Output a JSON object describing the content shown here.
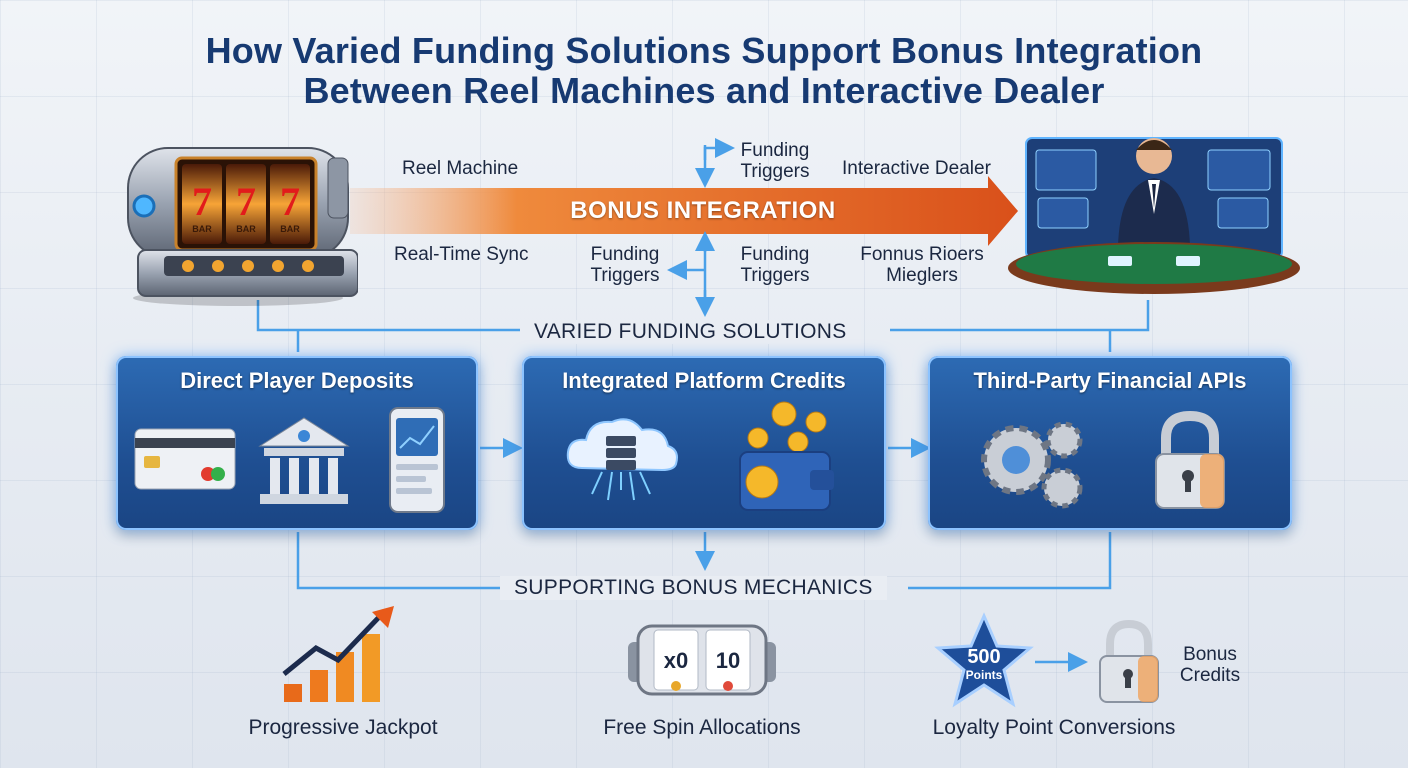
{
  "title": {
    "line1": "How Varied Funding Solutions Support Bonus Integration",
    "line2": "Between Reel Machines and Interactive Dealer"
  },
  "top_flow": {
    "reel_machine_label": "Reel Machine",
    "realtime_sync_label": "Real-Time Sync",
    "funding_triggers_top": "Funding Triggers",
    "funding_triggers_left": "Funding Triggers",
    "funding_triggers_right": "Funding Triggers",
    "interactive_dealer_label": "Interactive Dealer",
    "fonnus_label": "Fonnus Rioers Mieglers",
    "banner_text": "BONUS INTEGRATION",
    "slot_reels": [
      "7",
      "7",
      "7"
    ],
    "slot_reel_badge": "BAR"
  },
  "funding": {
    "section_label": "VARIED FUNDING SOLUTIONS",
    "panels": [
      {
        "title": "Direct Player Deposits",
        "icons": [
          "credit-card-icon",
          "bank-icon",
          "mobile-phone-icon"
        ]
      },
      {
        "title": "Integrated Platform Credits",
        "icons": [
          "cloud-server-icon",
          "coin-wallet-icon"
        ]
      },
      {
        "title": "Third-Party Financial APIs",
        "icons": [
          "gears-icon",
          "padlock-icon"
        ]
      }
    ]
  },
  "mechanics": {
    "section_label": "SUPPORTING BONUS MECHANICS",
    "items": [
      {
        "label": "Progressive Jackpot",
        "icon": "rising-bar-chart-icon"
      },
      {
        "label": "Free Spin Allocations",
        "icon": "slot-reel-icon",
        "reel_left": "x0",
        "reel_right": "10"
      },
      {
        "label": "Loyalty Point Conversions",
        "icon": "star-badge-icon",
        "star_value": "500",
        "star_unit": "Points",
        "credits_label": "Bonus Credits"
      }
    ]
  },
  "colors": {
    "title": "#173a72",
    "panel": "#1f4f92",
    "connector": "#4aa0e8",
    "banner": "#e3641c"
  }
}
